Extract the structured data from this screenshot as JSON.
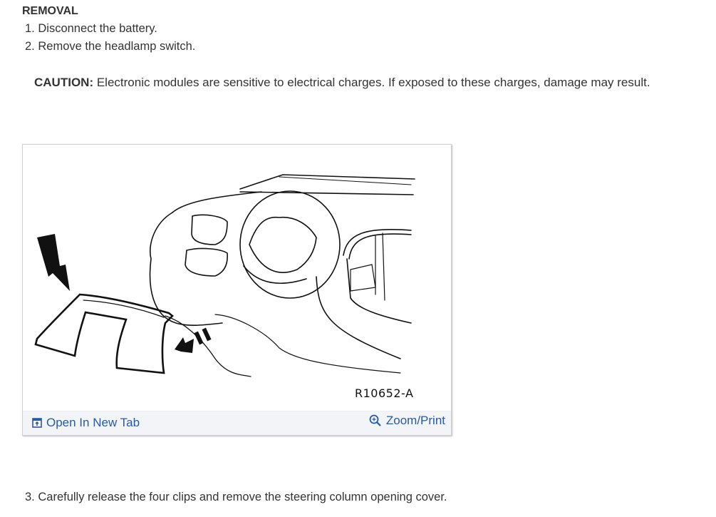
{
  "document": {
    "heading": "REMOVAL",
    "steps": [
      {
        "number": "1.",
        "text": "Disconnect the battery."
      },
      {
        "number": "2.",
        "text": "Remove the headlamp switch."
      },
      {
        "number": "3.",
        "text": "Carefully release the four clips and remove the steering column opening cover."
      }
    ],
    "caution": {
      "label": "CAUTION:",
      "text": " Electronic modules are sensitive to electrical charges. If exposed to these charges, damage may result."
    }
  },
  "figure": {
    "label": "R10652-A",
    "open_link": {
      "label": "Open In New Tab",
      "icon": "open-new-tab-icon"
    },
    "zoom_link": {
      "label": "Zoom/Print",
      "icon": "zoom-in-icon"
    },
    "colors": {
      "link": "#2a5a9f",
      "footer_bg": "#f3f4f7"
    }
  }
}
